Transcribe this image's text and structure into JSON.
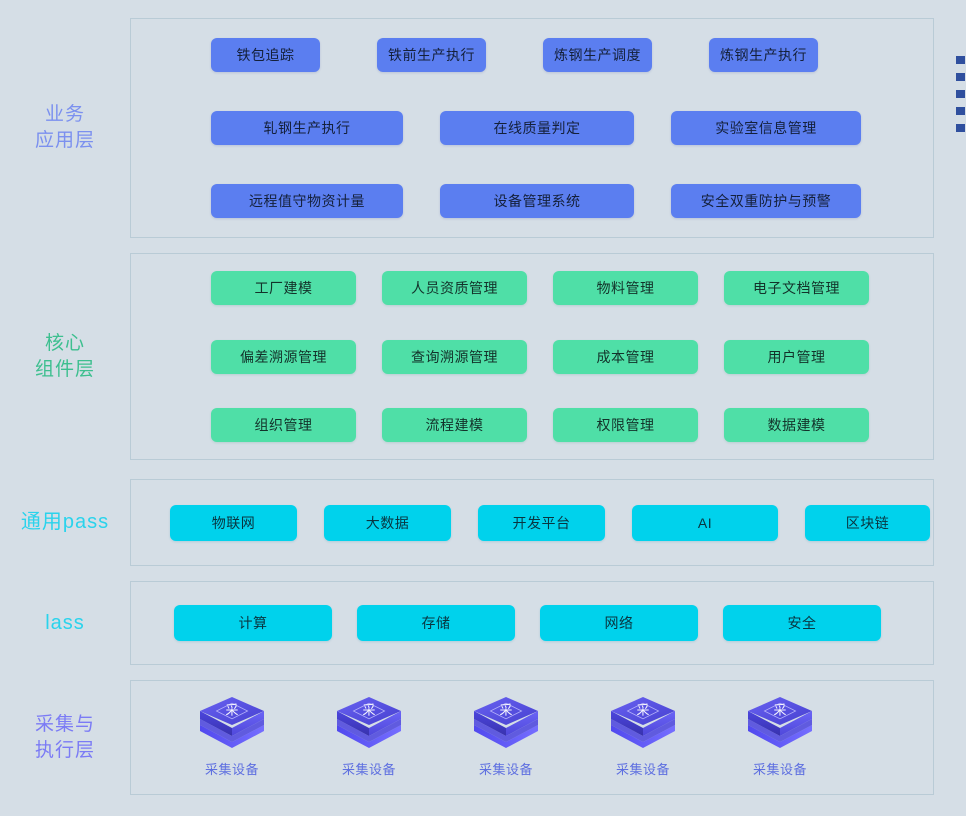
{
  "theme": {
    "background": "#d5dee6",
    "panel_border": "#b9cbd6",
    "business_accent": "#5b7ef0",
    "business_label": "#7b90ef",
    "core_accent": "#4fdfa7",
    "core_label": "#3dbf8f",
    "pass_accent": "#00d2ec",
    "pass_label": "#2ad3ec",
    "device_accent": "#5e57e8",
    "device_label": "#5e6fe0",
    "legend_bullet": "#2f4f9e"
  },
  "layers": [
    {
      "id": "business",
      "label": "业务\n应用层",
      "rows": [
        [
          "铁包追踪",
          "铁前生产执行",
          "炼钢生产调度",
          "炼钢生产执行"
        ],
        [
          "轧钢生产执行",
          "在线质量判定",
          "实验室信息管理"
        ],
        [
          "远程值守物资计量",
          "设备管理系统",
          "安全双重防护与预警"
        ]
      ]
    },
    {
      "id": "core",
      "label": "核心\n组件层",
      "rows": [
        [
          "工厂建模",
          "人员资质管理",
          "物料管理",
          "电子文档管理"
        ],
        [
          "偏差溯源管理",
          "查询溯源管理",
          "成本管理",
          "用户管理"
        ],
        [
          "组织管理",
          "流程建模",
          "权限管理",
          "数据建模"
        ]
      ]
    },
    {
      "id": "pass",
      "label": "通用pass",
      "rows": [
        [
          "物联网",
          "大数据",
          "开发平台",
          "AI",
          "区块链"
        ]
      ]
    },
    {
      "id": "iaas",
      "label": "lass",
      "rows": [
        [
          "计算",
          "存储",
          "网络",
          "安全"
        ]
      ]
    },
    {
      "id": "acquisition",
      "label": "采集与\n执行层",
      "devices": [
        {
          "icon": "device-cube-icon",
          "glyph": "采",
          "label": "采集设备"
        },
        {
          "icon": "device-cube-icon",
          "glyph": "采",
          "label": "采集设备"
        },
        {
          "icon": "device-cube-icon",
          "glyph": "采",
          "label": "采集设备"
        },
        {
          "icon": "device-cube-icon",
          "glyph": "采",
          "label": "采集设备"
        },
        {
          "icon": "device-cube-icon",
          "glyph": "采",
          "label": "采集设备"
        }
      ]
    }
  ],
  "edge_legend": {
    "bullets": 5
  }
}
